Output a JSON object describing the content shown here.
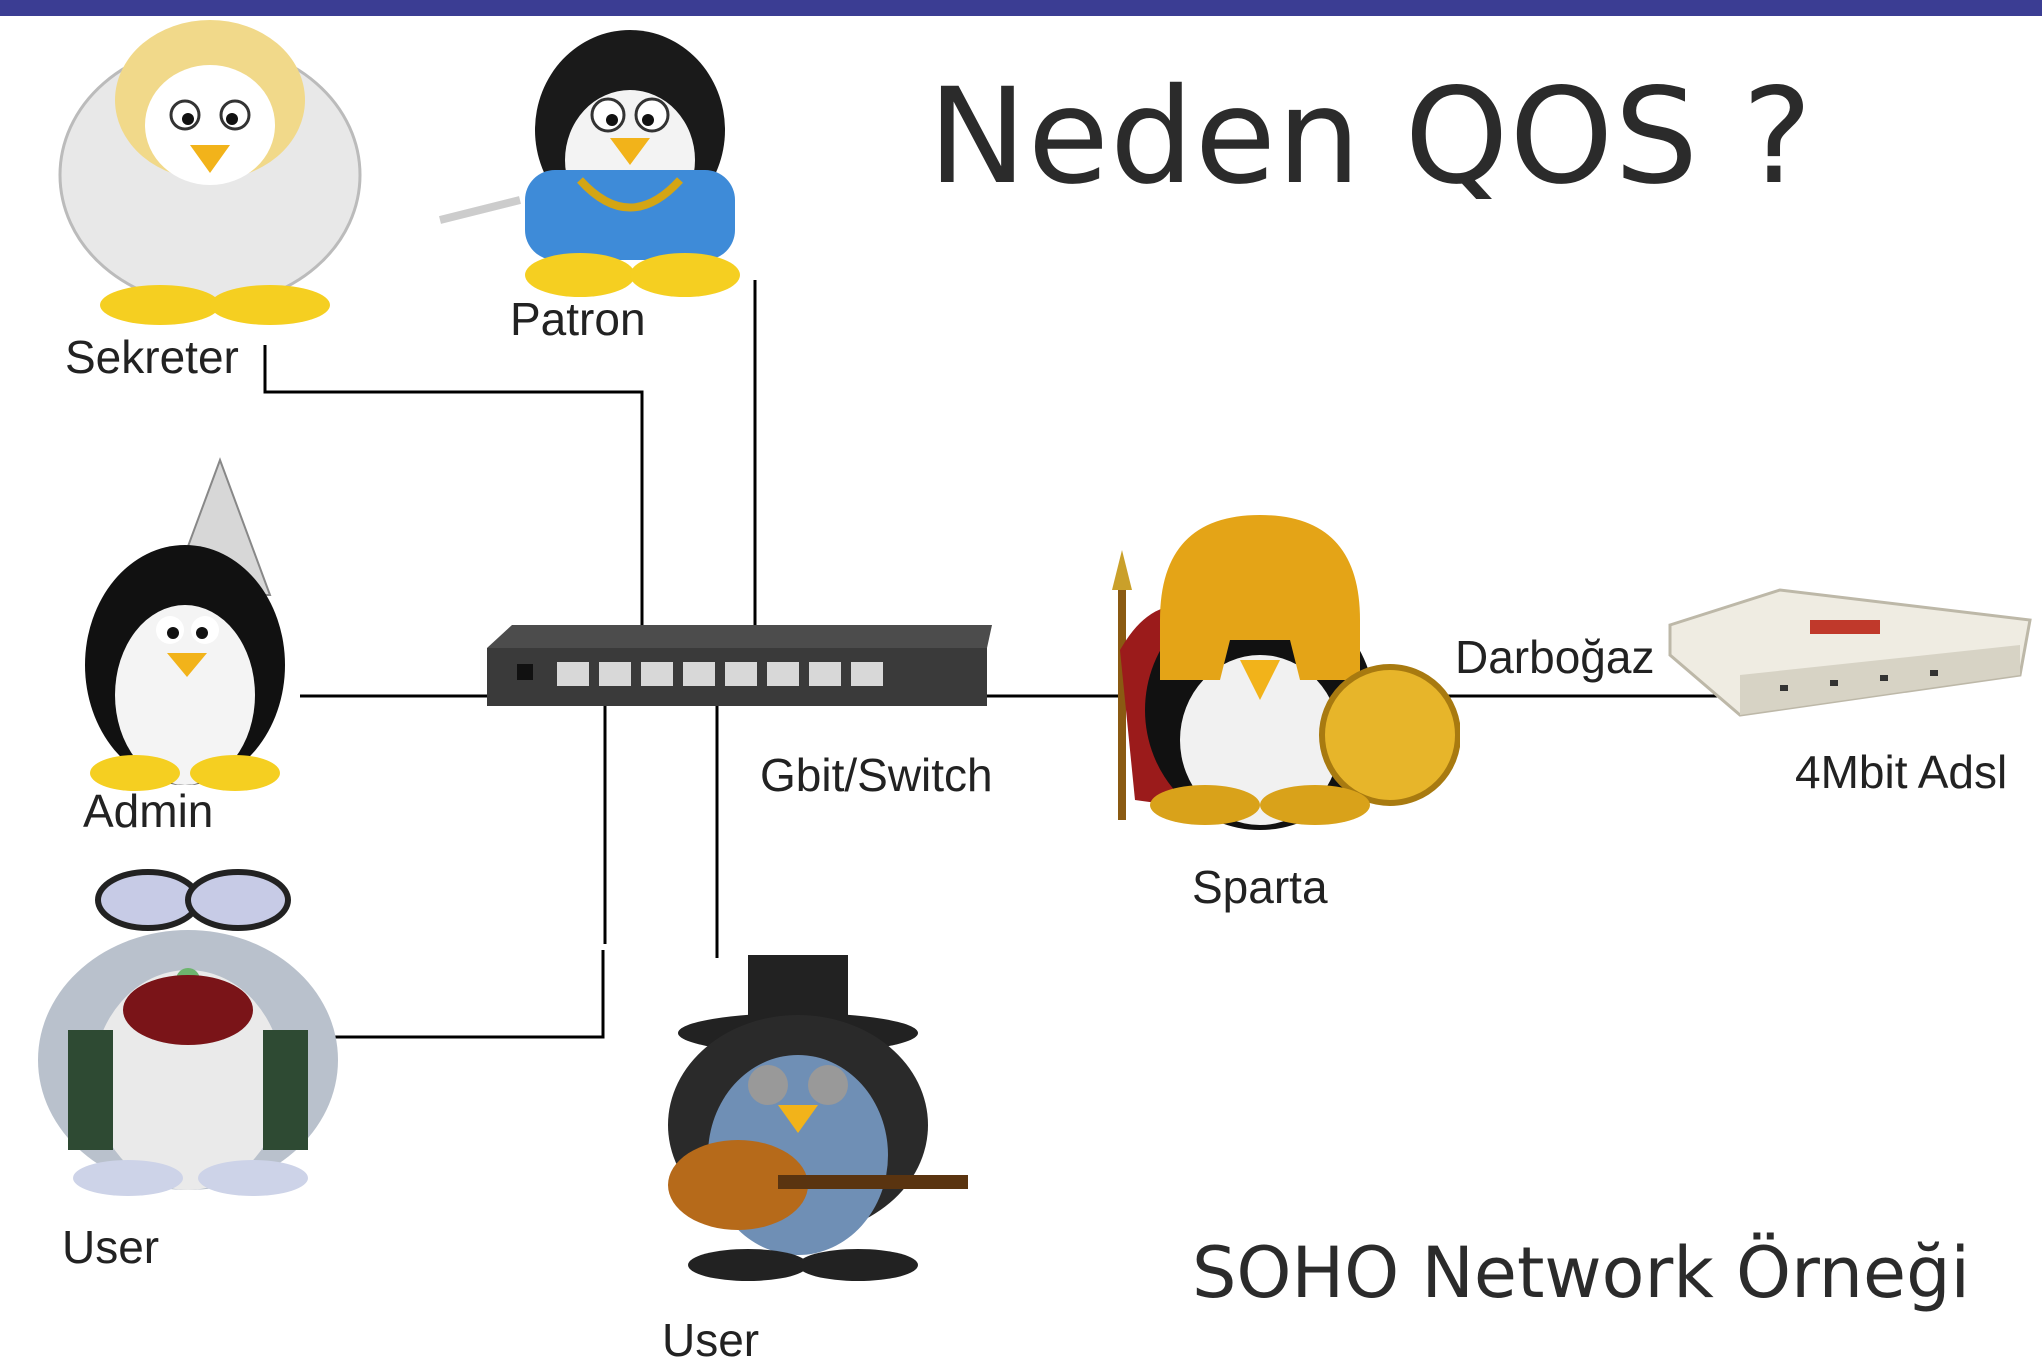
{
  "title": "Neden QOS ?",
  "subtitle": "SOHO Network Örneği",
  "nodes": {
    "sekreter": "Sekreter",
    "patron": "Patron",
    "admin": "Admin",
    "user1": "User",
    "user2": "User",
    "switch": "Gbit/Switch",
    "sparta": "Sparta",
    "modem": "4Mbit Adsl"
  },
  "links": {
    "bottleneck": "Darboğaz"
  },
  "colors": {
    "topbar": "#3b3d93",
    "line": "#000000"
  }
}
